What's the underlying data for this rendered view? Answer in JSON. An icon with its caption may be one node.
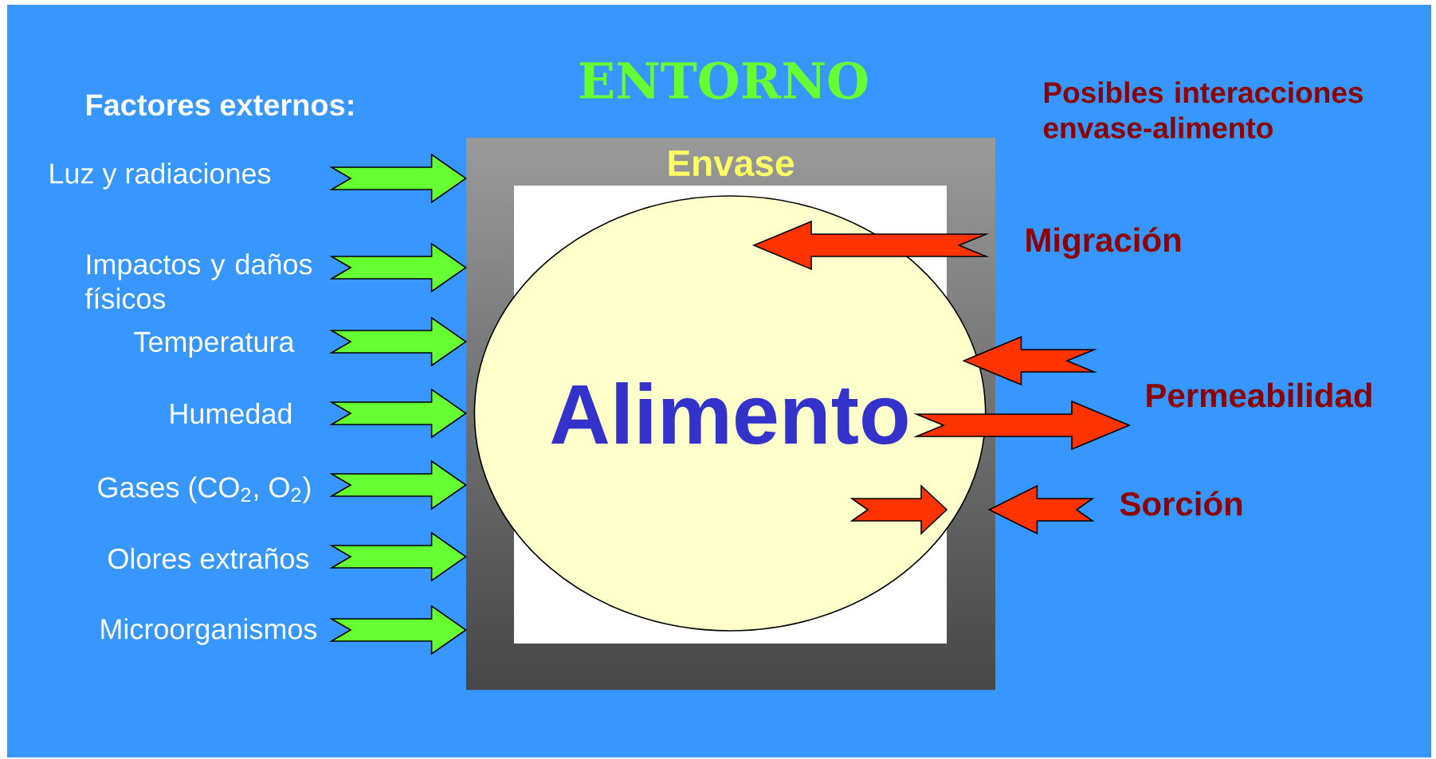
{
  "diagram": {
    "title": "ENTORNO",
    "nodes": [
      {
        "text": [
          "Envase"
        ]
      },
      {
        "text": [
          "Alimento"
        ],
        "in": 0
      },
      {
        "text": [
          "Luz y radiaciones"
        ]
      },
      {
        "text": [
          "Impactos y daños físicos"
        ]
      },
      {
        "text": [
          "Temperatura"
        ]
      },
      {
        "text": [
          "Humedad"
        ]
      },
      {
        "text": [
          "Gases (CO$_{2}$, O$_{2}$)"
        ]
      },
      {
        "text": [
          "Olores extraños"
        ]
      },
      {
        "text": [
          "Microorganismos"
        ]
      }
    ],
    "edges": [
      {
        "from": 2,
        "to": 0,
        "arrow": "to"
      },
      {
        "from": 3,
        "to": 0,
        "arrow": "to"
      },
      {
        "from": 4,
        "to": 0,
        "arrow": "to"
      },
      {
        "from": 5,
        "to": 0,
        "arrow": "to"
      },
      {
        "from": 6,
        "to": 0,
        "arrow": "to"
      },
      {
        "from": 7,
        "to": 0,
        "arrow": "to"
      },
      {
        "from": 8,
        "to": 0,
        "arrow": "to"
      },
      {
        "from": 0,
        "to": 1,
        "arrow": "to",
        "color": "#ff3300"
      },
      {
        "from": null,
        "to": 1,
        "arrow": "to",
        "color": "#ff3300"
      },
      {
        "from": 1,
        "to": null,
        "arrow": "to",
        "color": "#ff3300"
      },
      {
        "from": 1,
        "to": 0,
        "arrow": "to",
        "color": "#ff3300"
      },
      {
        "from": null,
        "to": 0,
        "arrow": "to",
        "color": "#ff3300"
      }
    ],
    "labels": [
      "Factores externos:",
      "Posibles interacciones envase-alimento",
      "Migración",
      "Permeabilidad",
      "Sorción"
    ]
  }
}
